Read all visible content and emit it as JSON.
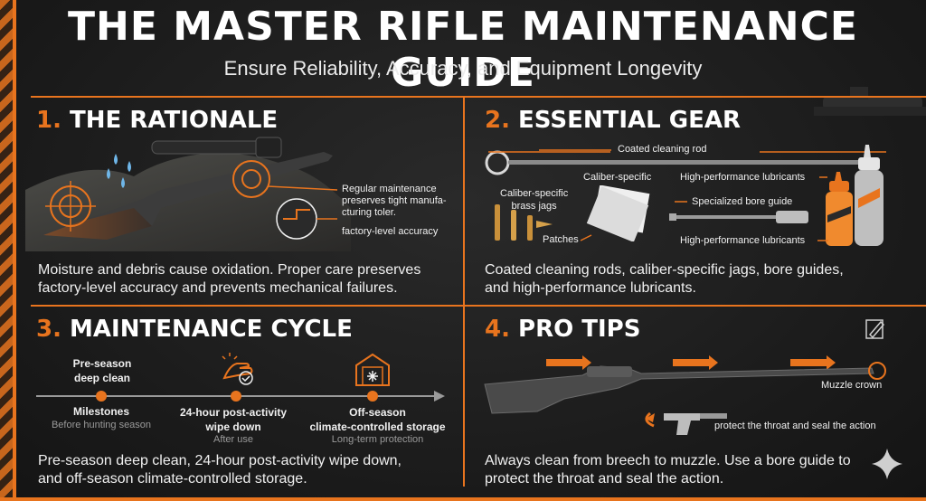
{
  "header": {
    "title": "THE MASTER RIFLE MAINTENANCE GUIDE",
    "subtitle": "Ensure Reliability, Accuracy, and Equipment Longevity"
  },
  "rationale": {
    "num": "1.",
    "title": "THE RATIONALE",
    "callout_tight_1": "Regular maintenance",
    "callout_tight_2": "preserves tight manufa-",
    "callout_tight_3": "cturing toler.",
    "callout_accuracy": "factory-level accuracy",
    "description_1": "Moisture and debris cause oxidation. Proper care preserves",
    "description_2": "factory-level accuracy and prevents mechanical failures."
  },
  "gear": {
    "num": "2.",
    "title": "ESSENTIAL GEAR",
    "rod_label": "Coated cleaning rod",
    "caliber_specific": "Caliber-specific",
    "jags_1": "Caliber-specific",
    "jags_2": "brass jags",
    "patches": "Patches",
    "lubricants_top": "High-performance lubricants",
    "bore_guide": "Specialized bore guide",
    "lubricants_bottom": "High-performance lubricants",
    "description_1": "Coated cleaning rods, caliber-specific jags, bore guides,",
    "description_2": "and high-performance lubricants."
  },
  "cycle": {
    "num": "3.",
    "title": "MAINTENANCE CYCLE",
    "preseason_1": "Pre-season",
    "preseason_2": "deep clean",
    "milestones": "Milestones",
    "milestones_sub": "Before hunting season",
    "wipe_1": "24-hour post-activity",
    "wipe_2": "wipe down",
    "wipe_sub": "After use",
    "offseason_1": "Off-season",
    "offseason_2": "climate-controlled storage",
    "offseason_sub": "Long-term protection",
    "description_1": "Pre-season deep clean, 24-hour post-activity wipe down,",
    "description_2": "and off-season climate-controlled storage."
  },
  "tips": {
    "num": "4.",
    "title": "PRO TIPS",
    "muzzle_crown": "Muzzle crown",
    "throat": "protect the throat and seal the action",
    "description_1": "Always clean from breech to muzzle. Use a bore guide to",
    "description_2": "protect the throat and seal the action."
  },
  "colors": {
    "accent": "#e8741e",
    "background": "#1c1c1c",
    "text": "#f2f2f2",
    "muted": "#9a9a9a"
  },
  "icons": [
    "target-icon",
    "water-drop-icon",
    "rifle-icon",
    "cleaning-rod-icon",
    "jag-icon",
    "patch-icon",
    "lubricant-bottle-icon",
    "bore-guide-icon",
    "hand-clean-icon",
    "garage-snowflake-icon",
    "arrow-icon",
    "sparkle-icon",
    "edit-icon"
  ]
}
